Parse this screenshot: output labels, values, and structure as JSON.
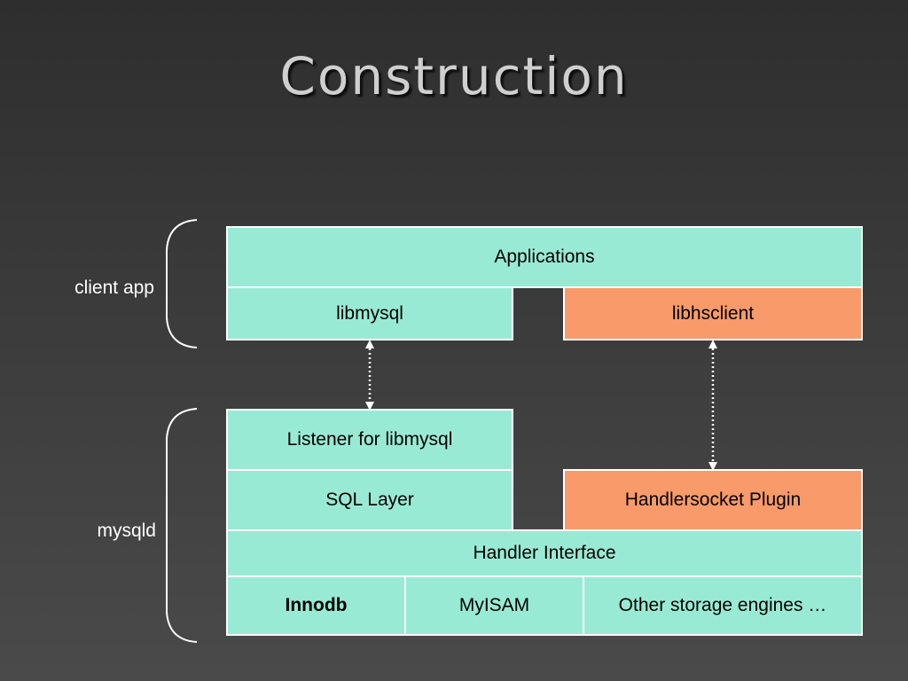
{
  "title": "Construction",
  "groups": {
    "client": "client app",
    "server": "mysqld"
  },
  "boxes": {
    "applications": "Applications",
    "libmysql": "libmysql",
    "libhsclient": "libhsclient",
    "listener": "Listener for libmysql",
    "sql_layer": "SQL Layer",
    "handlersocket_plugin": "Handlersocket Plugin",
    "handler_interface": "Handler Interface",
    "innodb": "Innodb",
    "myisam": "MyISAM",
    "other_engines": "Other storage engines …"
  },
  "colors": {
    "component": "#99ead4",
    "handlersocket": "#f89a69"
  }
}
